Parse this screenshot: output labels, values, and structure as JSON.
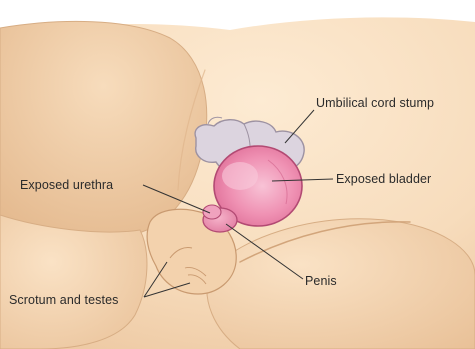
{
  "labels": {
    "umbilical_cord_stump": "Umbilical cord stump",
    "exposed_bladder": "Exposed bladder",
    "exposed_urethra": "Exposed urethra",
    "penis": "Penis",
    "scrotum_and_testes": "Scrotum and testes"
  },
  "colors": {
    "skin_light": "#fbe3c6",
    "skin_mid": "#f2cfa8",
    "skin_shadow": "#e6b98c",
    "outline": "#c9a078",
    "cord_stump": "#d9d2dc",
    "cord_outline": "#9e94a3",
    "bladder": "#ef8eb0",
    "bladder_highlight": "#f6b8cf",
    "bladder_outline": "#b24a73",
    "leader_line": "#333333",
    "label_text": "#2b2b2b"
  }
}
